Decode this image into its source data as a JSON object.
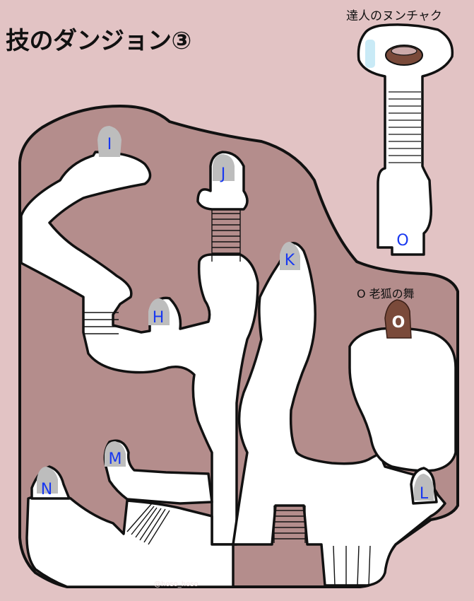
{
  "title": "技のダンジョン③",
  "side_room": {
    "title": "達人のヌンチャク",
    "marker": "O"
  },
  "item": {
    "note": "O 老狐の舞",
    "marker": "O"
  },
  "markers": {
    "I": "I",
    "J": "J",
    "K": "K",
    "H": "H",
    "M": "M",
    "N": "N",
    "L": "L"
  },
  "watermark": "@hoso_hoso",
  "colors": {
    "background": "#e2c3c4",
    "rock": "#b48d8c",
    "floor": "#ffffff",
    "outline": "#111111",
    "marker_text": "#1838f0",
    "marker_cap": "#bdbdbd",
    "item_stone": "#7a4a3a"
  }
}
